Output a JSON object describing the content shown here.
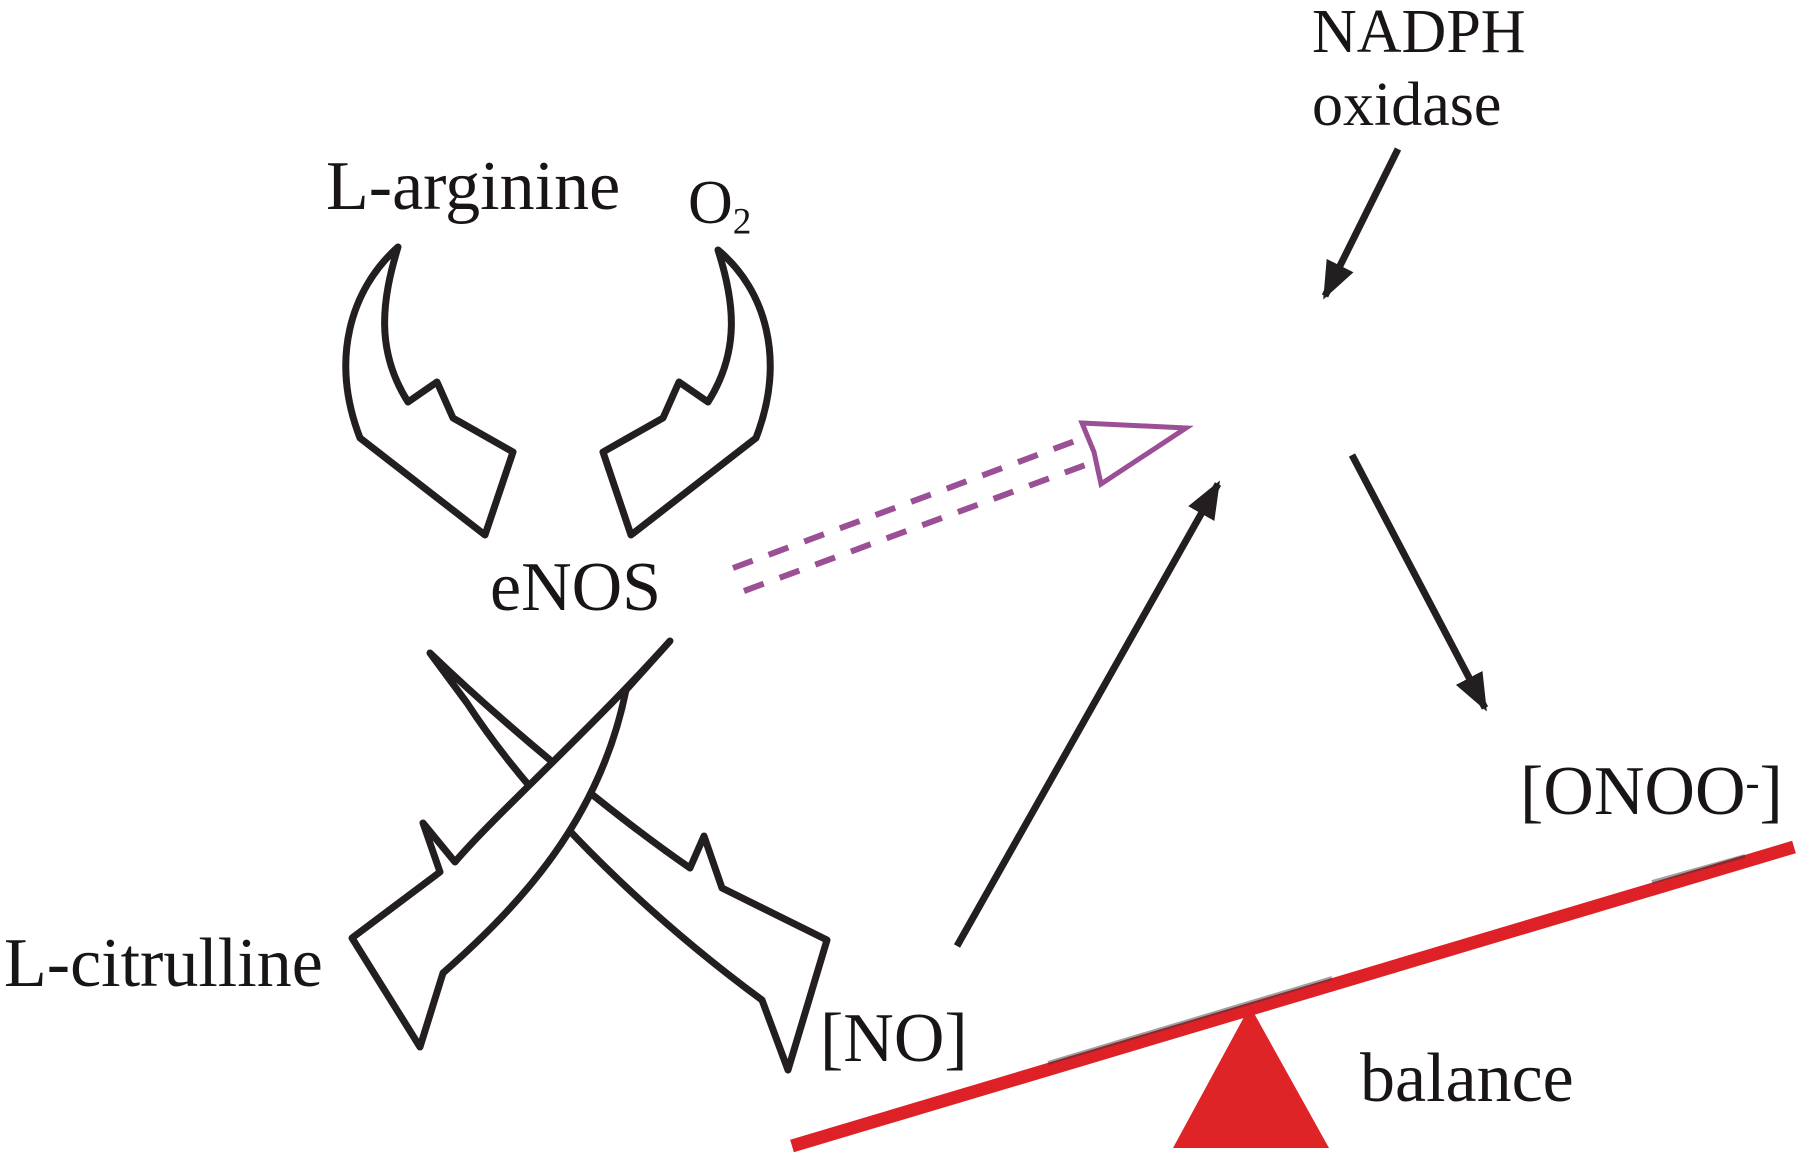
{
  "diagram": {
    "title": "eNOS uncoupling and NO / peroxynitrite balance pathway",
    "labels": {
      "l_arginine": "L-arginine",
      "o2_base": "O",
      "o2_sub": "2",
      "enos": "eNOS",
      "l_citrulline": "L-citrulline",
      "no": "[NO]",
      "nadph_line1": "NADPH",
      "nadph_line2": "oxidase",
      "onoo_pre": "[ONOO",
      "onoo_sup": "-",
      "onoo_post": "]",
      "balance": "balance"
    },
    "colors": {
      "text": "#191516",
      "arrow_black": "#231f20",
      "uncoupling_purple": "#9b4f94",
      "beam_red": "#de2127",
      "fulcrum_red": "#df2428"
    }
  }
}
